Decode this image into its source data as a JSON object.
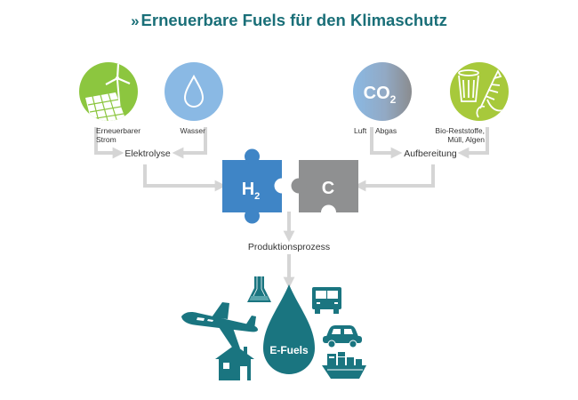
{
  "title": "Erneuerbare Fuels für den Klimaschutz",
  "title_marker": "»",
  "sources": {
    "strom_label_line1": "Erneuerbarer",
    "strom_label_line2": "Strom",
    "wasser_label": "Wasser",
    "luft_label": "Luft",
    "abgas_label": "Abgas",
    "bio_label_line1": "Bio-Reststoffe,",
    "bio_label_line2": "Müll, Algen",
    "co2_text": "CO",
    "co2_sub": "2"
  },
  "processes": {
    "elektrolyse": "Elektrolyse",
    "aufbereitung": "Aufbereitung",
    "produktionsprozess": "Produktionsprozess"
  },
  "puzzle": {
    "h2_text": "H",
    "h2_sub": "2",
    "c_text": "C"
  },
  "product": {
    "label": "E-Fuels"
  },
  "colors": {
    "title": "#1a6f78",
    "green": "#8cc63f",
    "light_blue": "#8ab9e4",
    "puzzle_blue": "#3f85c6",
    "puzzle_gray": "#8f9091",
    "teal": "#1a7580",
    "arrow": "#d5d5d5"
  },
  "icons": {
    "solar": "solar-wind-icon",
    "water": "water-drop-icon",
    "co2": "co2-icon",
    "bio": "waste-bin-icon",
    "flask": "flask-icon",
    "truck": "truck-icon",
    "car": "car-icon",
    "ship": "ship-icon",
    "house": "house-icon",
    "plane": "airplane-icon"
  }
}
